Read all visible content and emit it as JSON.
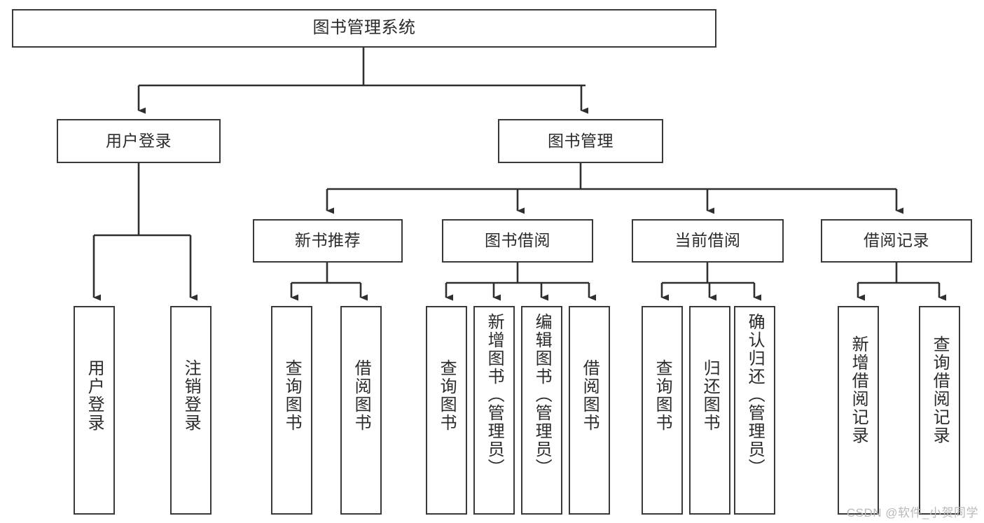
{
  "diagram": {
    "type": "tree",
    "title": "图书管理系统",
    "watermark": "CSDN @软件_小贺同学",
    "colors": {
      "box_border": "#3a3a3a",
      "box_fill": "#ffffff",
      "line": "#2f2f2f",
      "text": "#2b2b2b",
      "watermark": "#b9b9b9",
      "background": "#ffffff"
    },
    "nodes": {
      "root": "图书管理系统",
      "level2": [
        "用户登录",
        "图书管理"
      ],
      "level3": [
        "新书推荐",
        "图书借阅",
        "当前借阅",
        "借阅记录"
      ],
      "leaves": {
        "user_login": [
          "用户登录",
          "注销登录"
        ],
        "new_book": [
          "查询图书",
          "借阅图书"
        ],
        "book_borrow": [
          "查询图书",
          "新增图书（管理员）",
          "编辑图书（管理员）",
          "借阅图书"
        ],
        "current_borrow": [
          "查询图书",
          "归还图书",
          "确认归还（管理员）"
        ],
        "borrow_record": [
          "新增借阅记录",
          "查询借阅记录"
        ]
      }
    },
    "hierarchy": [
      {
        "label": "图书管理系统",
        "children": [
          {
            "label": "用户登录",
            "children": [
              {
                "label": "用户登录"
              },
              {
                "label": "注销登录"
              }
            ]
          },
          {
            "label": "图书管理",
            "children": [
              {
                "label": "新书推荐",
                "children": [
                  {
                    "label": "查询图书"
                  },
                  {
                    "label": "借阅图书"
                  }
                ]
              },
              {
                "label": "图书借阅",
                "children": [
                  {
                    "label": "查询图书"
                  },
                  {
                    "label": "新增图书（管理员）"
                  },
                  {
                    "label": "编辑图书（管理员）"
                  },
                  {
                    "label": "借阅图书"
                  }
                ]
              },
              {
                "label": "当前借阅",
                "children": [
                  {
                    "label": "查询图书"
                  },
                  {
                    "label": "归还图书"
                  },
                  {
                    "label": "确认归还（管理员）"
                  }
                ]
              },
              {
                "label": "借阅记录",
                "children": [
                  {
                    "label": "新增借阅记录"
                  },
                  {
                    "label": "查询借阅记录"
                  }
                ]
              }
            ]
          }
        ]
      }
    ]
  }
}
